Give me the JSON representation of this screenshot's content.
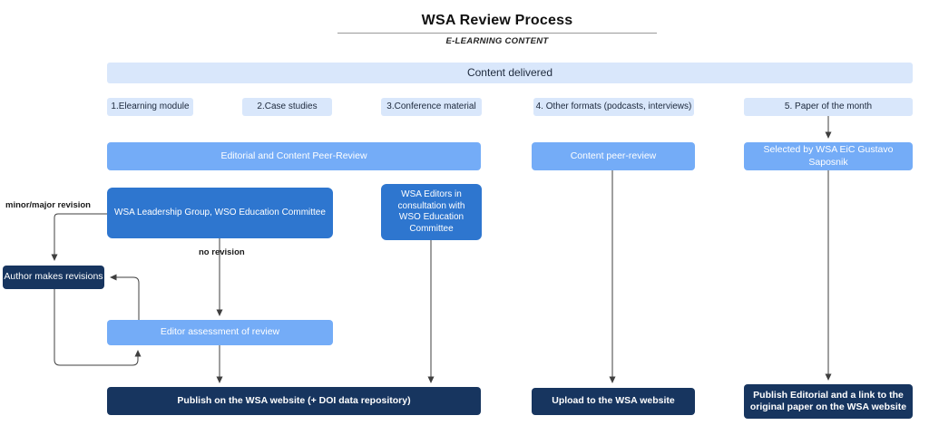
{
  "header": {
    "title": "WSA Review Process",
    "subtitle": "E-LEARNING CONTENT"
  },
  "banner": {
    "label": "Content delivered"
  },
  "categories": [
    {
      "label": "1.Elearning module"
    },
    {
      "label": "2.Case studies"
    },
    {
      "label": "3.Conference material"
    },
    {
      "label": "4. Other formats (podcasts, interviews)"
    },
    {
      "label": "5. Paper of the month"
    }
  ],
  "review_stage": {
    "editorial": "Editorial and Content Peer-Review",
    "content_peer_review": "Content peer-review",
    "selected_by": "Selected by WSA EiC Gustavo Saposnik"
  },
  "committees": {
    "leadership": "WSA Leadership Group, WSO Education Committee",
    "editors": "WSA Editors in consultation with WSO Education Committee"
  },
  "revision_loop": {
    "author_revisions": "Author makes revisions",
    "editor_assessment": "Editor assessment of review",
    "minor_major_label": "minor/major revision",
    "no_revision_label": "no revision"
  },
  "outputs": {
    "publish_wsa": "Publish on the WSA website (+ DOI data repository)",
    "upload_wsa": "Upload to the WSA website",
    "publish_editorial": "Publish Editorial and a link to the original paper on the WSA website"
  },
  "colors": {
    "light_blue": "#d9e7fb",
    "medium_blue": "#74acf7",
    "dark_blue": "#2e76cf",
    "navy": "#17355f",
    "arrow": "#3f3f3f"
  }
}
